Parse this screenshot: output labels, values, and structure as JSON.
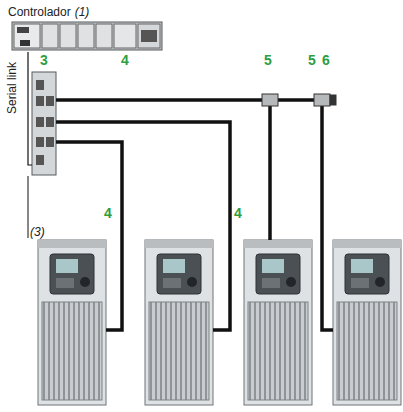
{
  "diagram": {
    "nodes": [
      {
        "text": [
          "Controlador",
          "(1)"
        ]
      },
      {
        "text": [
          "3"
        ]
      }
    ],
    "edges": [
      {
        "from": 0,
        "to": 1,
        "arrow": "none",
        "label": "Serial link"
      }
    ],
    "labels": [
      "4",
      "5",
      "5",
      "6",
      "4",
      "4",
      "(3)"
    ]
  }
}
